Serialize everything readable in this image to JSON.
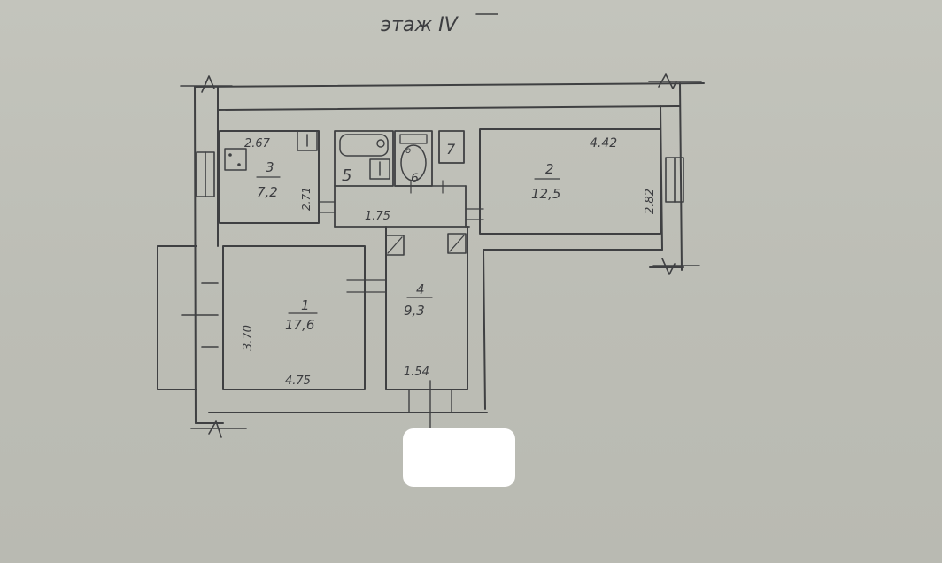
{
  "floor_label": "этаж IV",
  "rooms": [
    {
      "number": "1",
      "area": "17,6",
      "width": "4.75",
      "height": "3.70"
    },
    {
      "number": "2",
      "area": "12,5",
      "width": "4.42",
      "height": "2.82"
    },
    {
      "number": "3",
      "area": "7,2",
      "width": "2.67",
      "height": "2.71"
    },
    {
      "number": "4",
      "area": "9,3",
      "width": "1.54",
      "corridor": "1.75"
    },
    {
      "number": "5"
    },
    {
      "number": "6"
    },
    {
      "number": "7"
    }
  ],
  "colors": {
    "paper": "#bebfb7",
    "ink": "#3f4042",
    "mask": "#ffffff"
  }
}
